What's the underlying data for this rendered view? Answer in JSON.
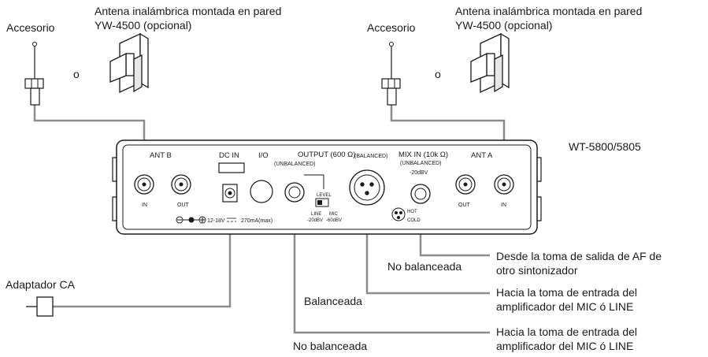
{
  "callouts": {
    "accesorio_left": "Accesorio",
    "antenna_left_line1": "Antena inalámbrica montada en pared",
    "antenna_left_line2": "YW-4500 (opcional)",
    "or_left": "o",
    "accesorio_right": "Accesorio",
    "antenna_right_line1": "Antena inalámbrica montada en pared",
    "antenna_right_line2": "YW-4500 (opcional)",
    "or_right": "o",
    "model": "WT-5800/5805",
    "adaptador": "Adaptador CA",
    "no_balanceada_mid": "No balanceada",
    "balanceada": "Balanceada",
    "no_balanceada_bottom": "No balanceada",
    "desde_line1": "Desde la toma de salida de AF de",
    "desde_line2": "otro sintonizador",
    "hacia1_line1": "Hacia la toma de entrada del",
    "hacia1_line2": "amplificador del MIC ó LINE",
    "hacia2_line1": "Hacia la toma de entrada del",
    "hacia2_line2": "amplificador del MIC ó LINE"
  },
  "panel": {
    "ant_b": "ANT  B",
    "dc_in": "DC IN",
    "io": "I/O",
    "output": "OUTPUT (600 Ω)",
    "unbalanced_left": "(UNBALANCED)",
    "balanced": "(BALANCED)",
    "mix_in": "MIX  IN (10k Ω)",
    "unbalanced_right": "(UNBALANCED)",
    "mix_level": "-20dBV",
    "ant_a": "ANT  A",
    "in_b": "IN",
    "out_b": "OUT",
    "out_a": "OUT",
    "in_a": "IN",
    "level": "LEVEL",
    "line": "LINE",
    "line_level": "-20dBV",
    "mic": "MIC",
    "mic_level": "-60dBV",
    "dc_spec": "12-18V",
    "dc_current": "270mA(max)",
    "hot": "HOT",
    "cold": "COLD"
  }
}
